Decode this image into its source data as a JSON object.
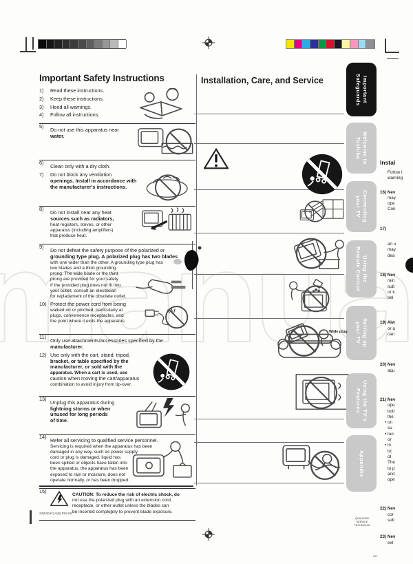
{
  "page": {
    "footer_left": "23W30421A(B)   P02-06",
    "footer_page": "3",
    "footer_right": "QUALIFIED\nSERVICE\nTECHNICIAN",
    "footer_corner": "690"
  },
  "left_column": {
    "title": "Important Safety Instructions",
    "items": [
      {
        "n": "1)",
        "icon": "reading",
        "lines": [
          {
            "t": "Read these instructions."
          }
        ]
      },
      {
        "n": "2)",
        "lines": [
          {
            "t": "Keep these instructions."
          }
        ]
      },
      {
        "n": "3)",
        "lines": [
          {
            "t": "Heed all warnings."
          }
        ]
      },
      {
        "n": "4)",
        "lines": [
          {
            "t": "Follow all instructions."
          }
        ]
      },
      {
        "n": "5)",
        "rule": true,
        "icon": "tv-water",
        "lines": [
          {
            "t": "Do not use this apparatus near"
          },
          {
            "t": "water.",
            "b": true
          }
        ]
      },
      {
        "n": "6)",
        "rule": true,
        "lines": [
          {
            "t": "Clean only with a dry cloth."
          }
        ]
      },
      {
        "n": "7)",
        "icon": "covered-tv",
        "lines": [
          {
            "t": "Do not block any ventilation"
          },
          {
            "t": "openings. Install in accordance with",
            "b": true
          },
          {
            "t": "the manufacturer's instructions.",
            "b": true
          }
        ]
      },
      {
        "n": "8)",
        "rule": true,
        "icon": "heater",
        "lines": [
          {
            "t": "Do not install near any heat"
          },
          {
            "t": "sources such as radiators,",
            "b": true
          },
          {
            "t": "heat registers, stoves, or other",
            "s": true
          },
          {
            "t": "apparatus (including amplifiers)",
            "s": true
          },
          {
            "t": "that produce heat.",
            "s": true
          }
        ]
      },
      {
        "n": "9)",
        "rule": true,
        "icon": "plug",
        "lines": [
          {
            "t": "Do not defeat the safety purpose of the polarized or"
          },
          {
            "t": "grounding type plug. A polarized plug has two blades",
            "b": true
          },
          {
            "t": "with one wider than the other. A grounding type plug has",
            "s": true
          },
          {
            "t": "two blades and a third grounding",
            "s": true
          },
          {
            "t": "prong. The wide blade or the third",
            "s": true
          },
          {
            "t": "prong are provided for your safety.",
            "s": true
          },
          {
            "t": "If the provided plug does not fit into",
            "s": true
          },
          {
            "t": "your outlet, consult an electrician",
            "s": true
          },
          {
            "t": "for replacement of the obsolete outlet.",
            "s": true
          }
        ]
      },
      {
        "n": "10)",
        "icon": "cord",
        "lines": [
          {
            "t": "Protect the power cord from being"
          },
          {
            "t": "walked on or pinched, particularly at",
            "s": true
          },
          {
            "t": "plugs, convenience receptacles, and",
            "s": true
          },
          {
            "t": "the point where it exits the apparatus.",
            "s": true
          }
        ]
      },
      {
        "n": "11)",
        "rule": true,
        "lines": [
          {
            "t": "Only use attachments/accessories specified by the"
          },
          {
            "t": "manufacturer.",
            "b": true
          }
        ]
      },
      {
        "n": "12)",
        "icon": "cart-black",
        "lines": [
          {
            "t": "Use only with the cart, stand, tripod,"
          },
          {
            "t": "bracket, or table specified by the",
            "b": true
          },
          {
            "t": "manufacturer, or sold with the",
            "b": true
          },
          {
            "t": "apparatus. When a cart is used, use",
            "b": true,
            "s": true
          },
          {
            "t": "caution when moving the cart/apparatus"
          },
          {
            "t": "combination to avoid injury from tip-over.",
            "s": true
          }
        ]
      },
      {
        "n": "13)",
        "rule": true,
        "icon": "lightning",
        "lines": [
          {
            "t": "Unplug this apparatus during"
          },
          {
            "t": "lightning storms or when",
            "b": true
          },
          {
            "t": "unused for long periods",
            "b": true
          },
          {
            "t": "of time.",
            "b": true
          }
        ]
      },
      {
        "n": "14)",
        "rule": true,
        "icon": "service",
        "lines": [
          {
            "t": "Refer all servicing to qualified service personnel."
          },
          {
            "t": "Servicing is required when the apparatus has been",
            "s": true
          },
          {
            "t": "damaged in any way, such as power supply",
            "s": true
          },
          {
            "t": "cord or plug is damaged, liquid has",
            "s": true
          },
          {
            "t": "been spilled or objects have fallen into",
            "s": true
          },
          {
            "t": "the apparatus, the apparatus has been",
            "s": true
          },
          {
            "t": "exposed to rain or moisture, does not",
            "s": true
          },
          {
            "t": "operate normally, or has been dropped.",
            "s": true
          }
        ]
      },
      {
        "n": "15)",
        "rule": true,
        "icon": "warn-bolt",
        "lines": [
          {
            "t": "CAUTION: To reduce the risk of electric shock, do",
            "b": true,
            "s": true
          },
          {
            "t": "not use the polarized plug with an extension cord,",
            "s": true
          },
          {
            "t": "receptacle, or other outlet unless the blades can",
            "s": true
          },
          {
            "t": "be inserted completely to prevent blade exposure.",
            "s": true
          }
        ]
      }
    ]
  },
  "right_column": {
    "title": "Installation, Care, and Service",
    "wide_plug_label": "Wide plug"
  },
  "tabs": [
    {
      "id": "important-safeguards",
      "label": "Important\nSafeguards",
      "active": true
    },
    {
      "id": "welcome-to-toshiba",
      "label": "Welcome to\nToshiba",
      "active": false
    },
    {
      "id": "connecting-your-tv",
      "label": "Connecting\nyour TV",
      "active": false
    },
    {
      "id": "using-the-remote-control",
      "label": "Using the\nRemote Control",
      "active": false
    },
    {
      "id": "setting-up-your-tv",
      "label": "Setting up\nyour TV",
      "active": false
    },
    {
      "id": "using-the-tvs-features",
      "label": "Using the TV's\nFeatures",
      "active": false
    },
    {
      "id": "appendix",
      "label": "Appendix",
      "active": false
    }
  ],
  "edge_column": {
    "heading": "Instal",
    "paragraphs": [
      [
        "Follow t",
        "warning"
      ],
      [
        "16) Nev",
        "may",
        "ope",
        "Con"
      ],
      [
        "17)"
      ],
      [
        "an u",
        "may",
        "dea"
      ],
      [
        "18) Nev",
        "rain",
        "sub",
        "or k",
        "bel"
      ],
      [
        "19) Alw",
        "or a",
        "can"
      ],
      [
        "20) Nev",
        "aqu"
      ],
      [
        "21) Nev",
        "ope",
        "bott",
        "the",
        "• on",
        "su",
        "• too",
        "or",
        "• in",
        "bc",
        "ot",
        "The",
        "to p",
        "and",
        "ope"
      ],
      [
        "22) Nev",
        "cor",
        "sub"
      ],
      [
        "23) Nev",
        "ext"
      ]
    ]
  },
  "calibration": {
    "grayscale": [
      "#0b0b0b",
      "#161616",
      "#222222",
      "#2e2e2e",
      "#3b3b3b",
      "#4a4a4a",
      "#5e5e5e",
      "#7a7a7a",
      "#979797",
      "#b9b9b9",
      "#ffffff"
    ],
    "colors": [
      "#f2e500",
      "#e5007e",
      "#2caae2",
      "#2e3192",
      "#009a44",
      "#dc1132",
      "#1a1a1a",
      "#fdf6a6",
      "#f49ac1",
      "#9fdcf3",
      "#8f9093"
    ]
  },
  "watermark_text": "manual",
  "icon_names": [
    "reading-book-icon",
    "tv-near-water-icon",
    "covered-tv-icon",
    "heat-source-icon",
    "polarized-plug-icon",
    "power-cord-pinch-icon",
    "cart-tipover-prohibition-icon",
    "lightning-unplug-icon",
    "service-personnel-icon",
    "caution-triangle-icon",
    "warning-triangle-icon",
    "avoid-sunlight-icon",
    "tv-tipover-icon",
    "liquid-spill-icon",
    "tv-on-couch-icon",
    "enclosed-cabinet-icon",
    "power-cord-hazard-icon",
    "registration-mark-icon"
  ]
}
